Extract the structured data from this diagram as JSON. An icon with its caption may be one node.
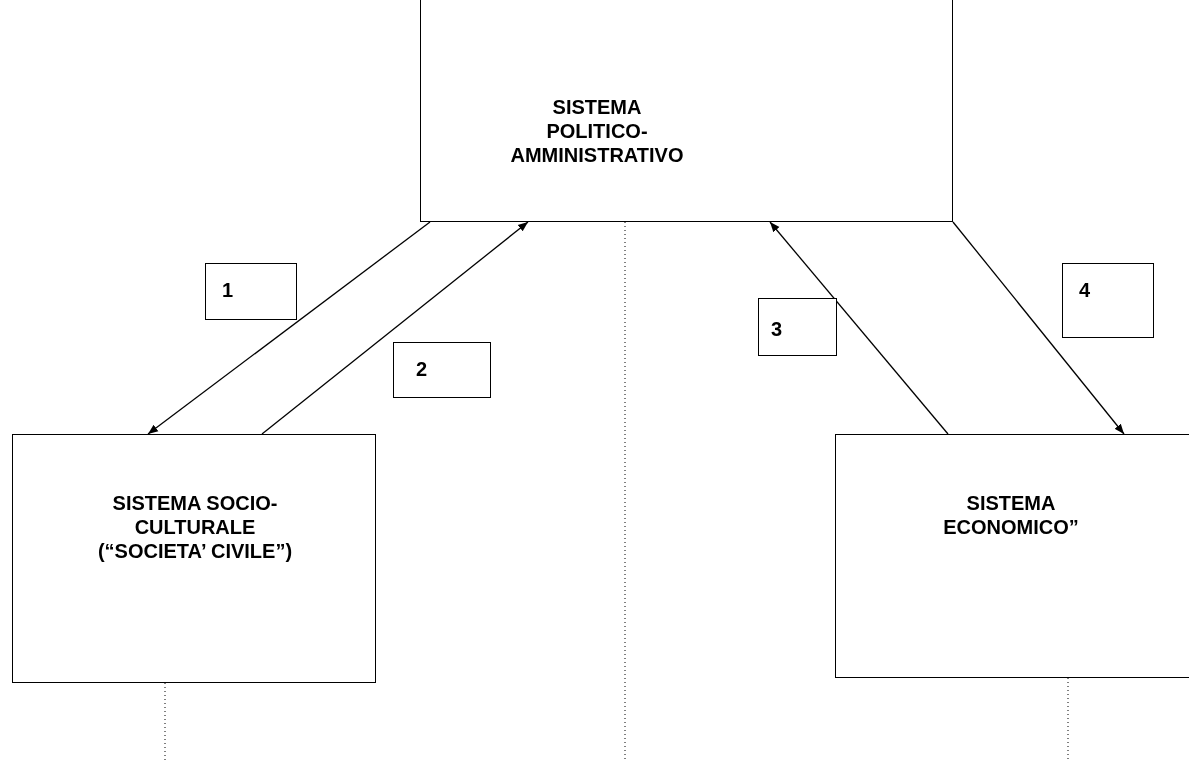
{
  "diagram": {
    "nodes": [
      {
        "text": [
          "SISTEMA POLITICO-AMMINISTRATIVO"
        ]
      },
      {
        "text": [
          "SISTEMA SOCIO-CULTURALE (“SOCIETA’ CIVILE”)"
        ]
      },
      {
        "text": [
          "SISTEMA ECONOMICO”"
        ]
      },
      {
        "text": [
          "1"
        ]
      },
      {
        "text": [
          "2"
        ]
      },
      {
        "text": [
          "3"
        ]
      },
      {
        "text": [
          "4"
        ]
      }
    ],
    "edges": [
      {
        "from": 0,
        "to": 1,
        "arrow": "to"
      },
      {
        "from": 1,
        "to": 0,
        "arrow": "to"
      },
      {
        "from": 2,
        "to": 0,
        "arrow": "to"
      },
      {
        "from": 0,
        "to": 2,
        "arrow": "to"
      },
      {
        "from": 0,
        "to": null,
        "arrow": "none",
        "style": "dashed"
      },
      {
        "from": 1,
        "to": null,
        "arrow": "none",
        "style": "dashed"
      },
      {
        "from": 2,
        "to": null,
        "arrow": "none",
        "style": "dashed"
      }
    ]
  }
}
